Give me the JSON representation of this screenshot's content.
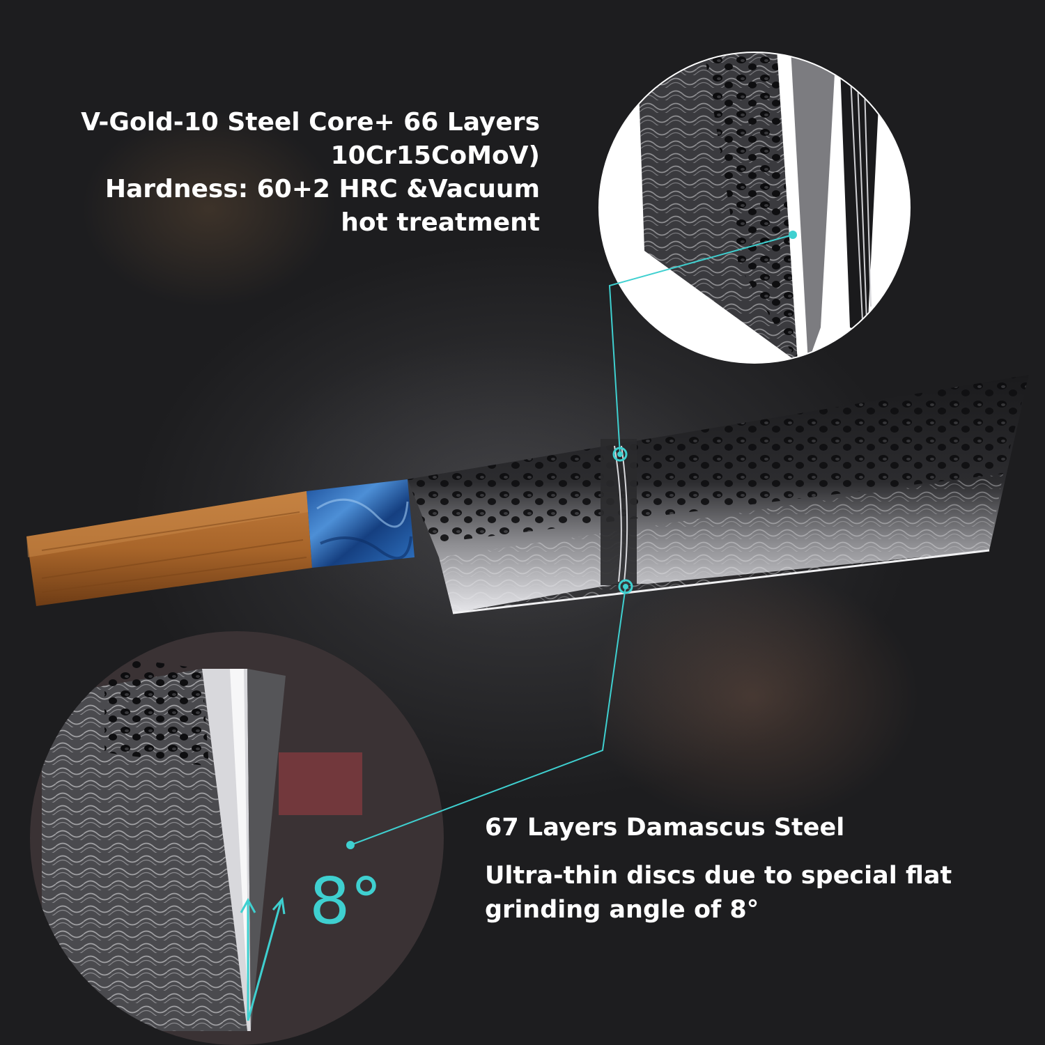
{
  "top_callout": {
    "lines": [
      "V-Gold-10 Steel Core+ 66 Layers",
      "10Cr15CoMoV)",
      "Hardness: 60+2 HRC &Vacuum",
      "hot treatment"
    ]
  },
  "bottom_callout": {
    "heading": "67 Layers Damascus Steel",
    "lines": [
      "Ultra-thin discs due to special flat",
      "grinding angle of 8°"
    ]
  },
  "angle_label": "8°",
  "colors": {
    "accent": "#3fd0d0",
    "text": "#ffffff",
    "handle_wood": "#a8652a",
    "bolster_resin": "#1f5fa8",
    "blade_steel": "#2b2b2d"
  }
}
